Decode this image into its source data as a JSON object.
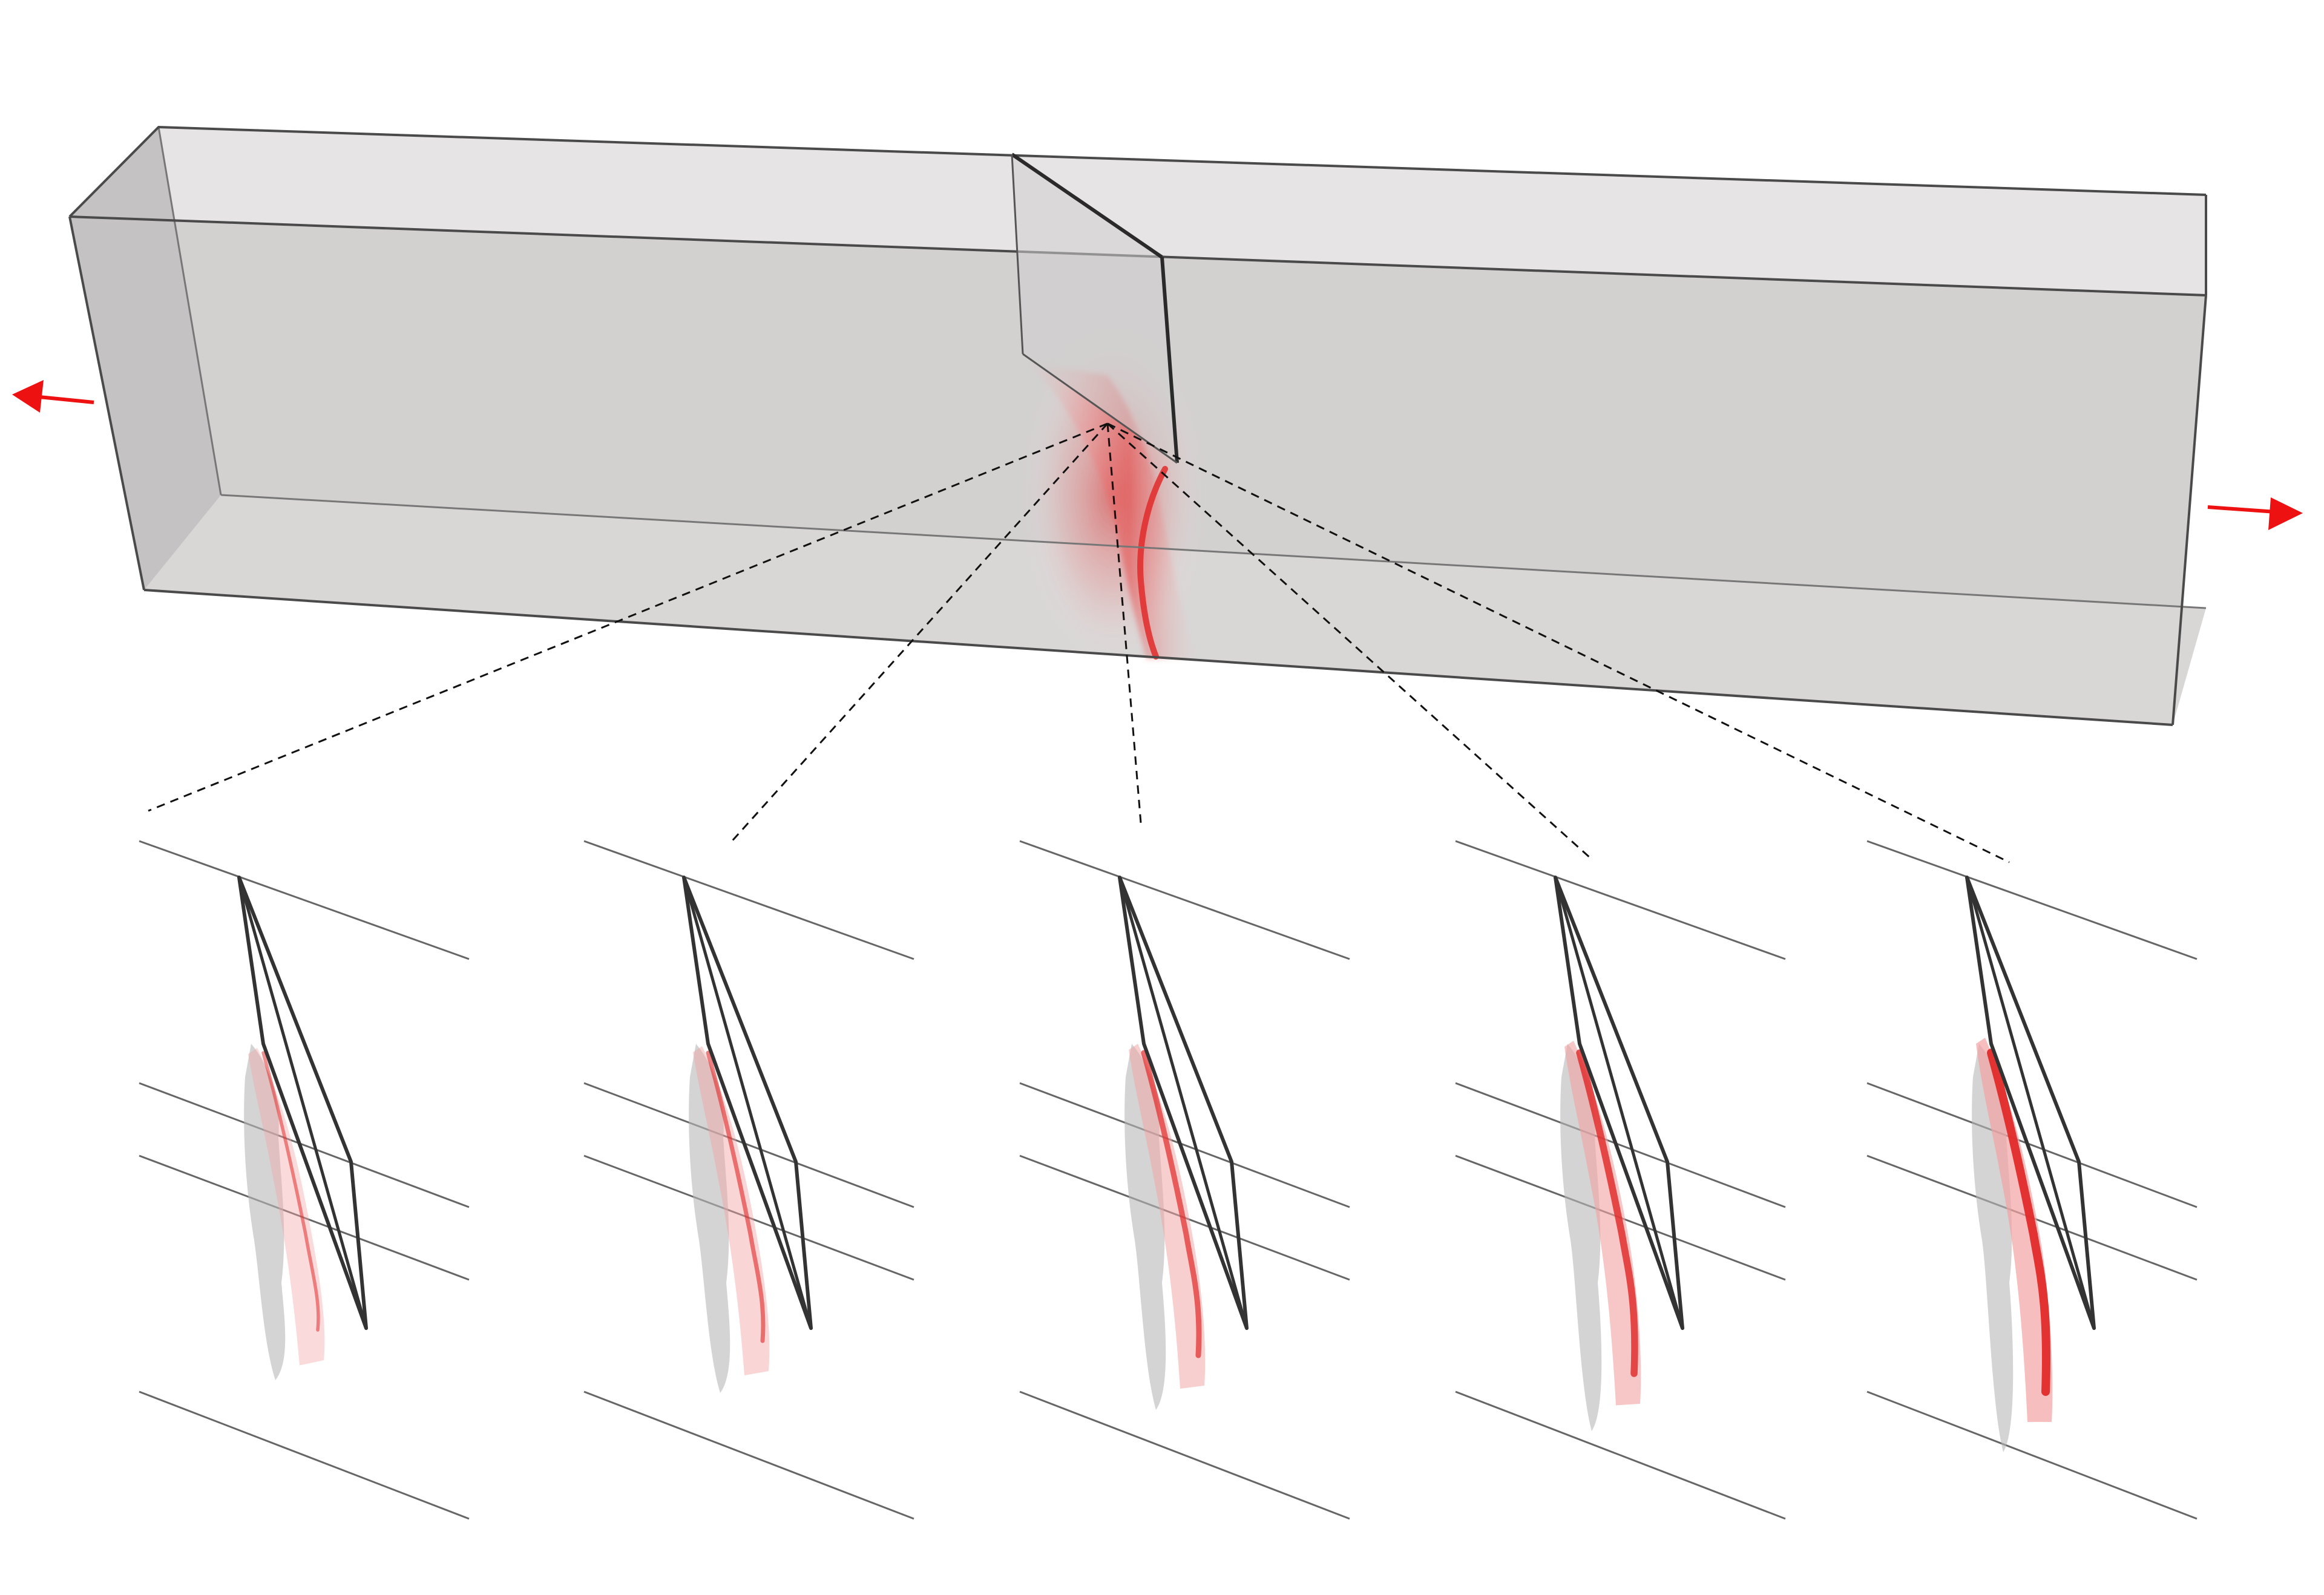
{
  "figure": {
    "description_visible_text": "",
    "colors": {
      "background": "#ffffff",
      "beam_front": "#d3d0d0",
      "beam_top": "#e6e4e4",
      "beam_bottom": "#d9d6d6",
      "beam_end": "#c4c2c2",
      "edge": "#555555",
      "guide_line": "#666666",
      "damage": "#e02a2a",
      "damage_light": "#f2a3a3",
      "gray_region": "#b8b8b8",
      "leader_line": "#111111",
      "load_arrow": "#ee1111"
    },
    "load_arrows": [
      {
        "name": "left-load-arrow",
        "direction": "left"
      },
      {
        "name": "right-load-arrow",
        "direction": "right"
      }
    ],
    "stages": [
      {
        "index": 1,
        "damage_level": 0.15
      },
      {
        "index": 2,
        "damage_level": 0.3
      },
      {
        "index": 3,
        "damage_level": 0.5
      },
      {
        "index": 4,
        "damage_level": 0.75
      },
      {
        "index": 5,
        "damage_level": 1.0
      }
    ]
  }
}
